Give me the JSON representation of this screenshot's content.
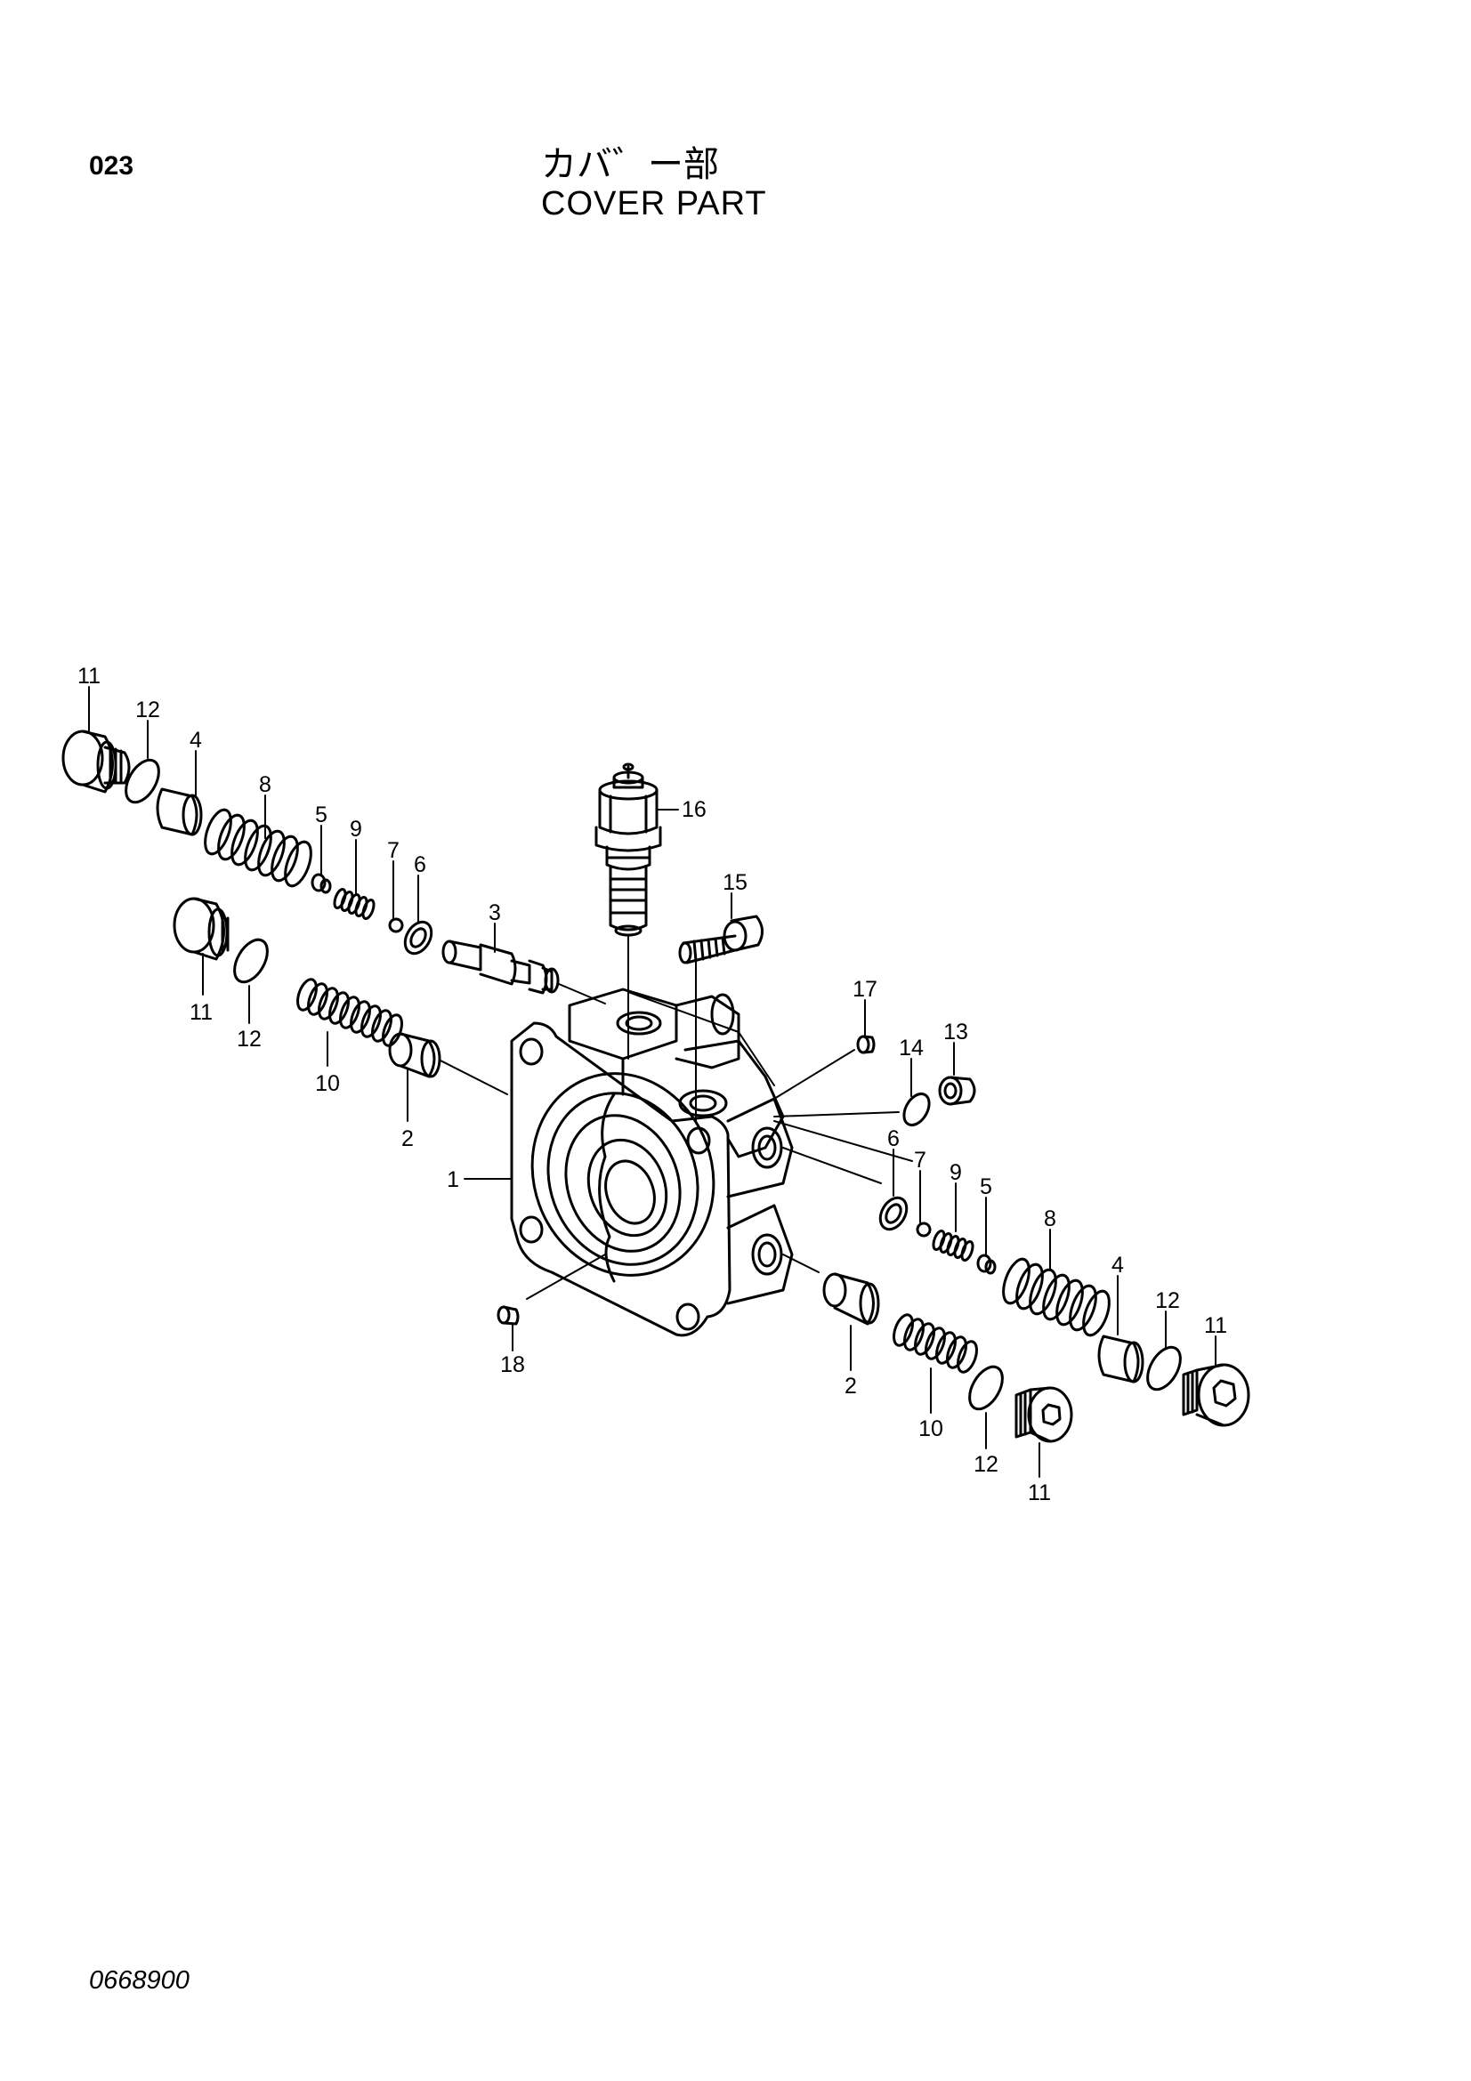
{
  "header": {
    "page_number": "023",
    "title_jp": "カバ゛ー部",
    "title_en": "COVER PART"
  },
  "footer": {
    "drawing_code": "0668900"
  },
  "callouts": [
    {
      "id": "c11a",
      "label": "11"
    },
    {
      "id": "c12a",
      "label": "12"
    },
    {
      "id": "c4a",
      "label": "4"
    },
    {
      "id": "c8a",
      "label": "8"
    },
    {
      "id": "c5a",
      "label": "5"
    },
    {
      "id": "c9a",
      "label": "9"
    },
    {
      "id": "c7a",
      "label": "7"
    },
    {
      "id": "c6a",
      "label": "6"
    },
    {
      "id": "c3",
      "label": "3"
    },
    {
      "id": "c16",
      "label": "16"
    },
    {
      "id": "c15",
      "label": "15"
    },
    {
      "id": "c11b",
      "label": "11"
    },
    {
      "id": "c12b",
      "label": "12"
    },
    {
      "id": "c10a",
      "label": "10"
    },
    {
      "id": "c2a",
      "label": "2"
    },
    {
      "id": "c1",
      "label": "1"
    },
    {
      "id": "c17",
      "label": "17"
    },
    {
      "id": "c14",
      "label": "14"
    },
    {
      "id": "c13",
      "label": "13"
    },
    {
      "id": "c6b",
      "label": "6"
    },
    {
      "id": "c7b",
      "label": "7"
    },
    {
      "id": "c9b",
      "label": "9"
    },
    {
      "id": "c5b",
      "label": "5"
    },
    {
      "id": "c8b",
      "label": "8"
    },
    {
      "id": "c4b",
      "label": "4"
    },
    {
      "id": "c12c",
      "label": "12"
    },
    {
      "id": "c11c",
      "label": "11"
    },
    {
      "id": "c18",
      "label": "18"
    },
    {
      "id": "c2b",
      "label": "2"
    },
    {
      "id": "c10b",
      "label": "10"
    },
    {
      "id": "c12d",
      "label": "12"
    },
    {
      "id": "c11d",
      "label": "11"
    }
  ]
}
